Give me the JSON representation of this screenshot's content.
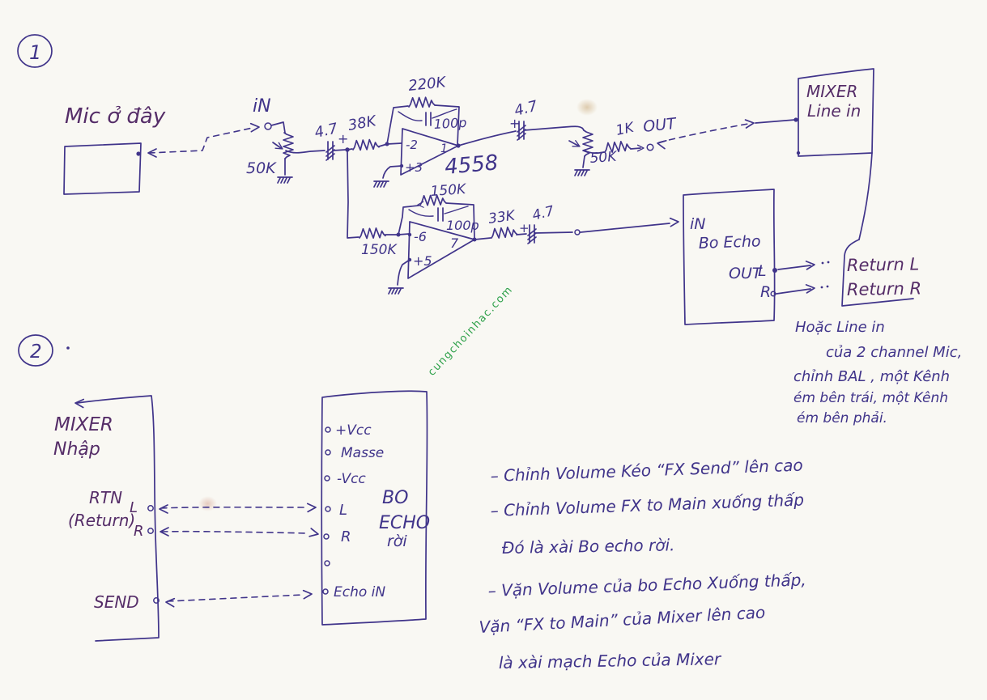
{
  "watermark": "cungchoinhac.com",
  "colors": {
    "ink": "#40348a",
    "label": "#552d68",
    "watermark_green": "#2fa14b",
    "paper": "#f9f8f3"
  },
  "s1": {
    "badge": "1",
    "mic_label": "Mic ở đây",
    "in_label": "iN",
    "pot1": "50K",
    "c1": "4.7",
    "c1p": "+",
    "r38": "38K",
    "fb_r": "220K",
    "fb_c": "100p",
    "inv": "-2",
    "ninv": "+3",
    "pin_out": "1",
    "chip": "4558",
    "c2": "4.7",
    "c2p": "+",
    "pot2": "50K",
    "r1k": "1K",
    "out_label": "OUT",
    "mixer_line1": "MIXER",
    "mixer_line2": "Line in",
    "r150in": "150K",
    "fb2_r": "150K",
    "fb2_c": "100p",
    "inv2": "-6",
    "ninv2": "+5",
    "pin_out2": "7",
    "r33": "33K",
    "c3": "4.7",
    "c3p": "+",
    "echo_in": "iN",
    "echo_name": "Bo Echo",
    "echo_out": "OUT",
    "echo_l": "L",
    "echo_r": "R",
    "ret_l": "Return L",
    "ret_r": "Return R",
    "note1": "Hoặc    Line in",
    "note2": "của 2 channel Mic,",
    "note3": "chỉnh  BAL , một Kênh",
    "note4": "ém bên trái, một Kênh",
    "note5": "ém bên phải."
  },
  "s2": {
    "badge": "2",
    "mixer_line1": "MIXER",
    "mixer_line2": "Nhập",
    "rtn": "RTN",
    "return": "(Return)",
    "l": "L",
    "r": "R",
    "send": "SEND",
    "t_vccp": "+Vcc",
    "t_masse": "Masse",
    "t_vccm": "-Vcc",
    "t_l": "L",
    "t_r": "R",
    "t_echoin": "Echo iN",
    "bo": "BO",
    "echo": "ECHO",
    "roi": "rời"
  },
  "notes": {
    "n1": "– Chỉnh Volume Kéo “FX Send” lên cao",
    "n2": "– Chỉnh Volume  FX to Main  xuống thấp",
    "n3": "Đó là xài Bo echo rời.",
    "n4": "– Vặn Volume của bo Echo Xuống thấp,",
    "n5": "Vặn  “FX to Main”  của Mixer lên cao",
    "n6": "là xài mạch Echo của Mixer"
  }
}
